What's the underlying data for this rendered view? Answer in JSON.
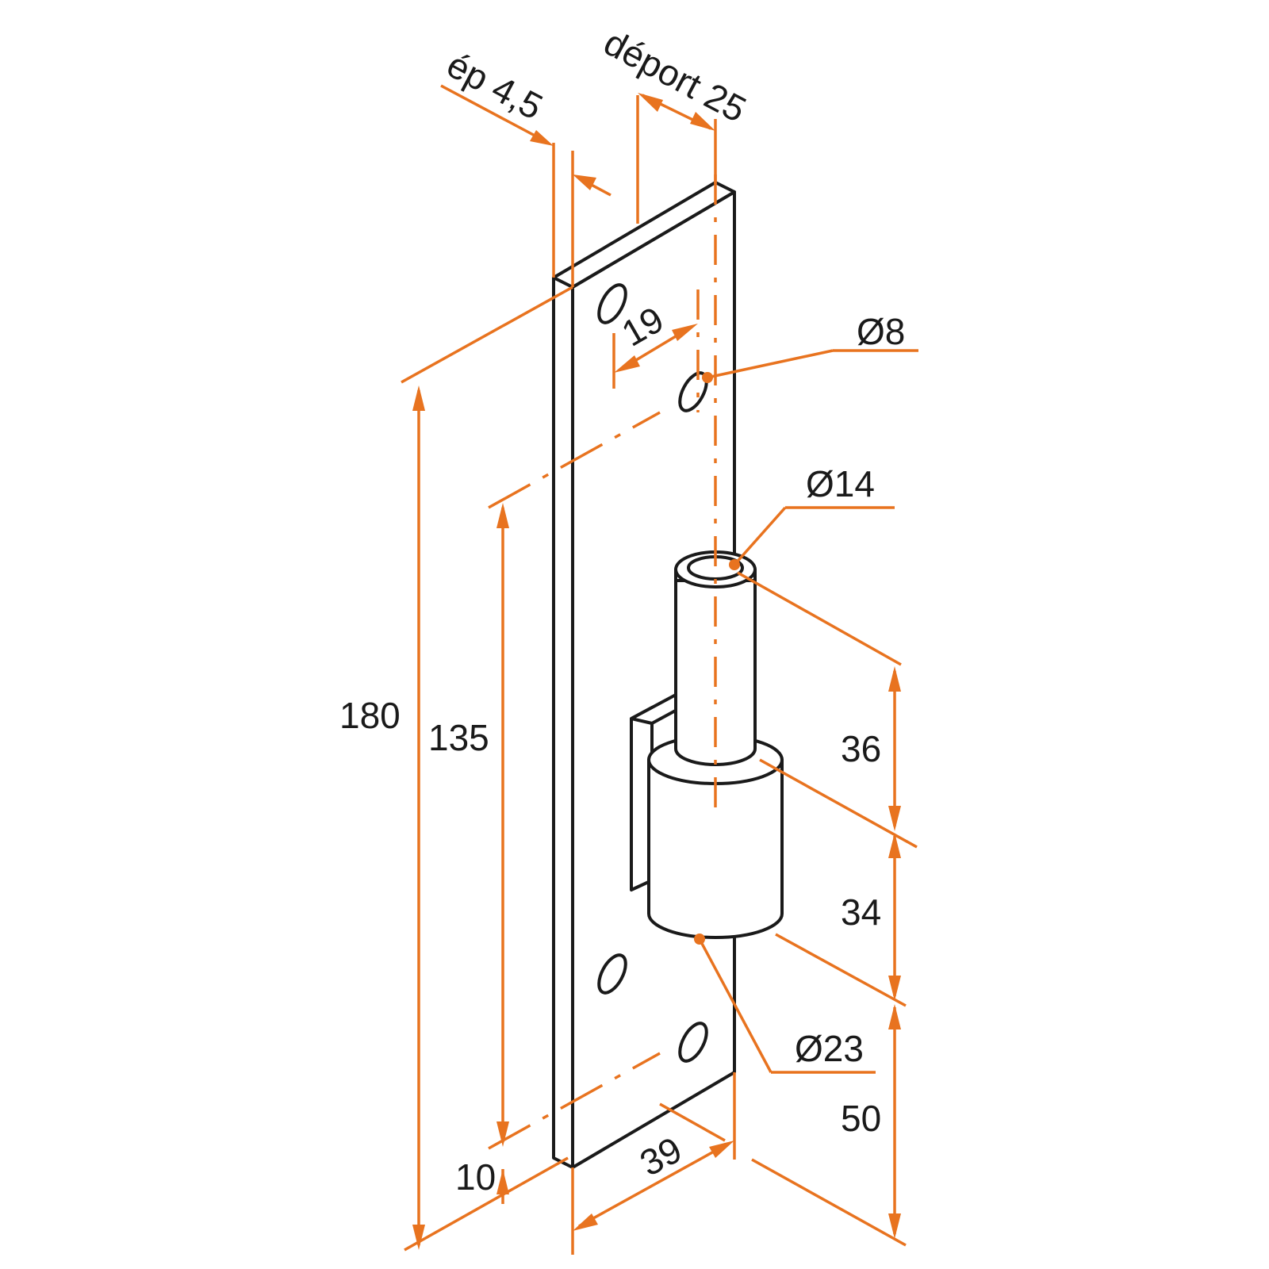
{
  "labels": {
    "ep": "ép 4,5",
    "deport": "déport  25",
    "d19": "19",
    "d8": "Ø8",
    "d14": "Ø14",
    "d180": "180",
    "d135": "135",
    "d36": "36",
    "d34": "34",
    "d23": "Ø23",
    "d50": "50",
    "d10": "10",
    "d39": "39"
  },
  "colors": {
    "dimension": "#e8731f",
    "outline": "#1a1a1a",
    "background": "#ffffff"
  }
}
